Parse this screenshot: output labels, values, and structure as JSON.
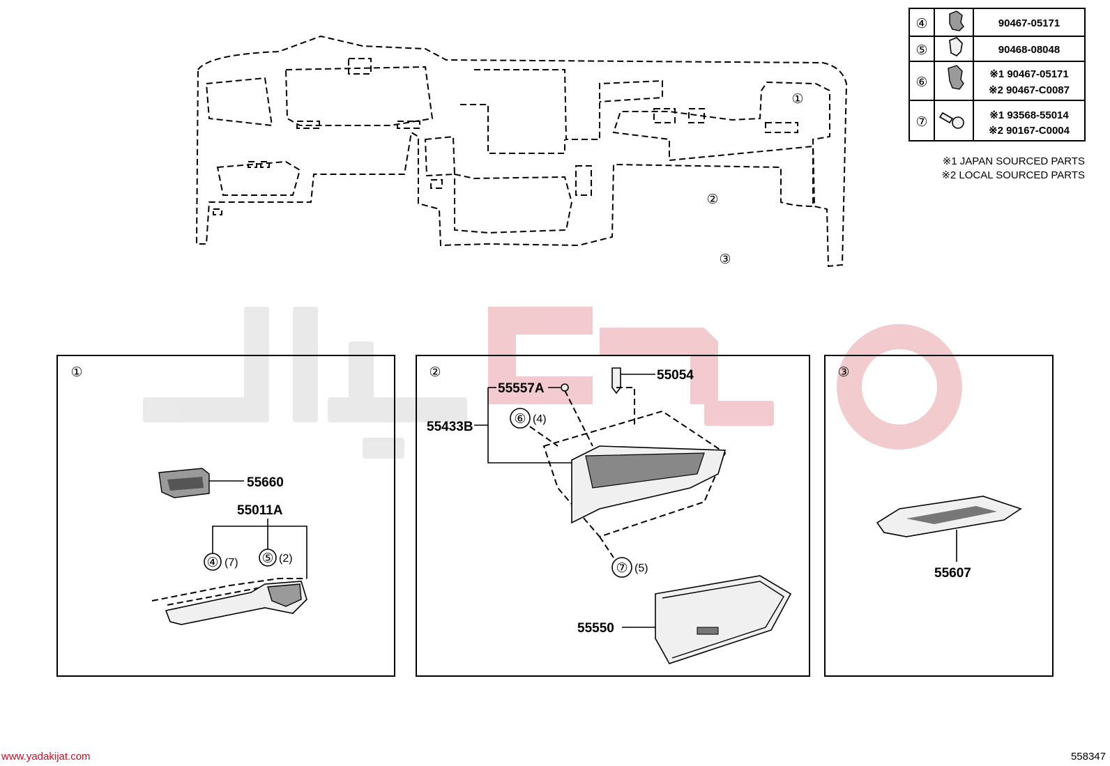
{
  "header_numbers": {
    "glovebox_area_mark": "①",
    "glove_door_mark": "②",
    "lower_panel_mark": "③"
  },
  "parts_table": {
    "rows": [
      {
        "ref": "④",
        "lines": [
          "90467-05171"
        ],
        "icon": "clip-icon"
      },
      {
        "ref": "⑤",
        "lines": [
          "90468-08048"
        ],
        "icon": "clip-icon"
      },
      {
        "ref": "⑥",
        "lines": [
          "※1 90467-05171",
          "※2 90467-C0087"
        ],
        "icon": "clip-icon"
      },
      {
        "ref": "⑦",
        "lines": [
          "※1 93568-55014",
          "※2 90167-C0004"
        ],
        "icon": "screw-icon"
      }
    ],
    "notes": [
      "※1 JAPAN SOURCED PARTS",
      "※2 LOCAL SOURCED PARTS"
    ]
  },
  "panels": {
    "panel1": {
      "ref": "①",
      "labels": {
        "vent": "55660",
        "panel": "55011A"
      },
      "fasteners": [
        {
          "ref": "④",
          "qty": "(7)"
        },
        {
          "ref": "⑤",
          "qty": "(2)"
        }
      ]
    },
    "panel2": {
      "ref": "②",
      "labels": {
        "damper": "55557A",
        "stopper": "55054",
        "housing": "55433B",
        "door": "55550"
      },
      "fasteners": [
        {
          "ref": "⑥",
          "qty": "(4)"
        },
        {
          "ref": "⑦",
          "qty": "(5)"
        }
      ]
    },
    "panel3": {
      "ref": "③",
      "labels": {
        "cover": "55607"
      }
    }
  },
  "footer": {
    "website": "www.yadakijat.com",
    "diagram_id": "558347"
  },
  "colors": {
    "watermark": "#e8a0a8",
    "line": "#000000",
    "link": "#cc1122"
  }
}
